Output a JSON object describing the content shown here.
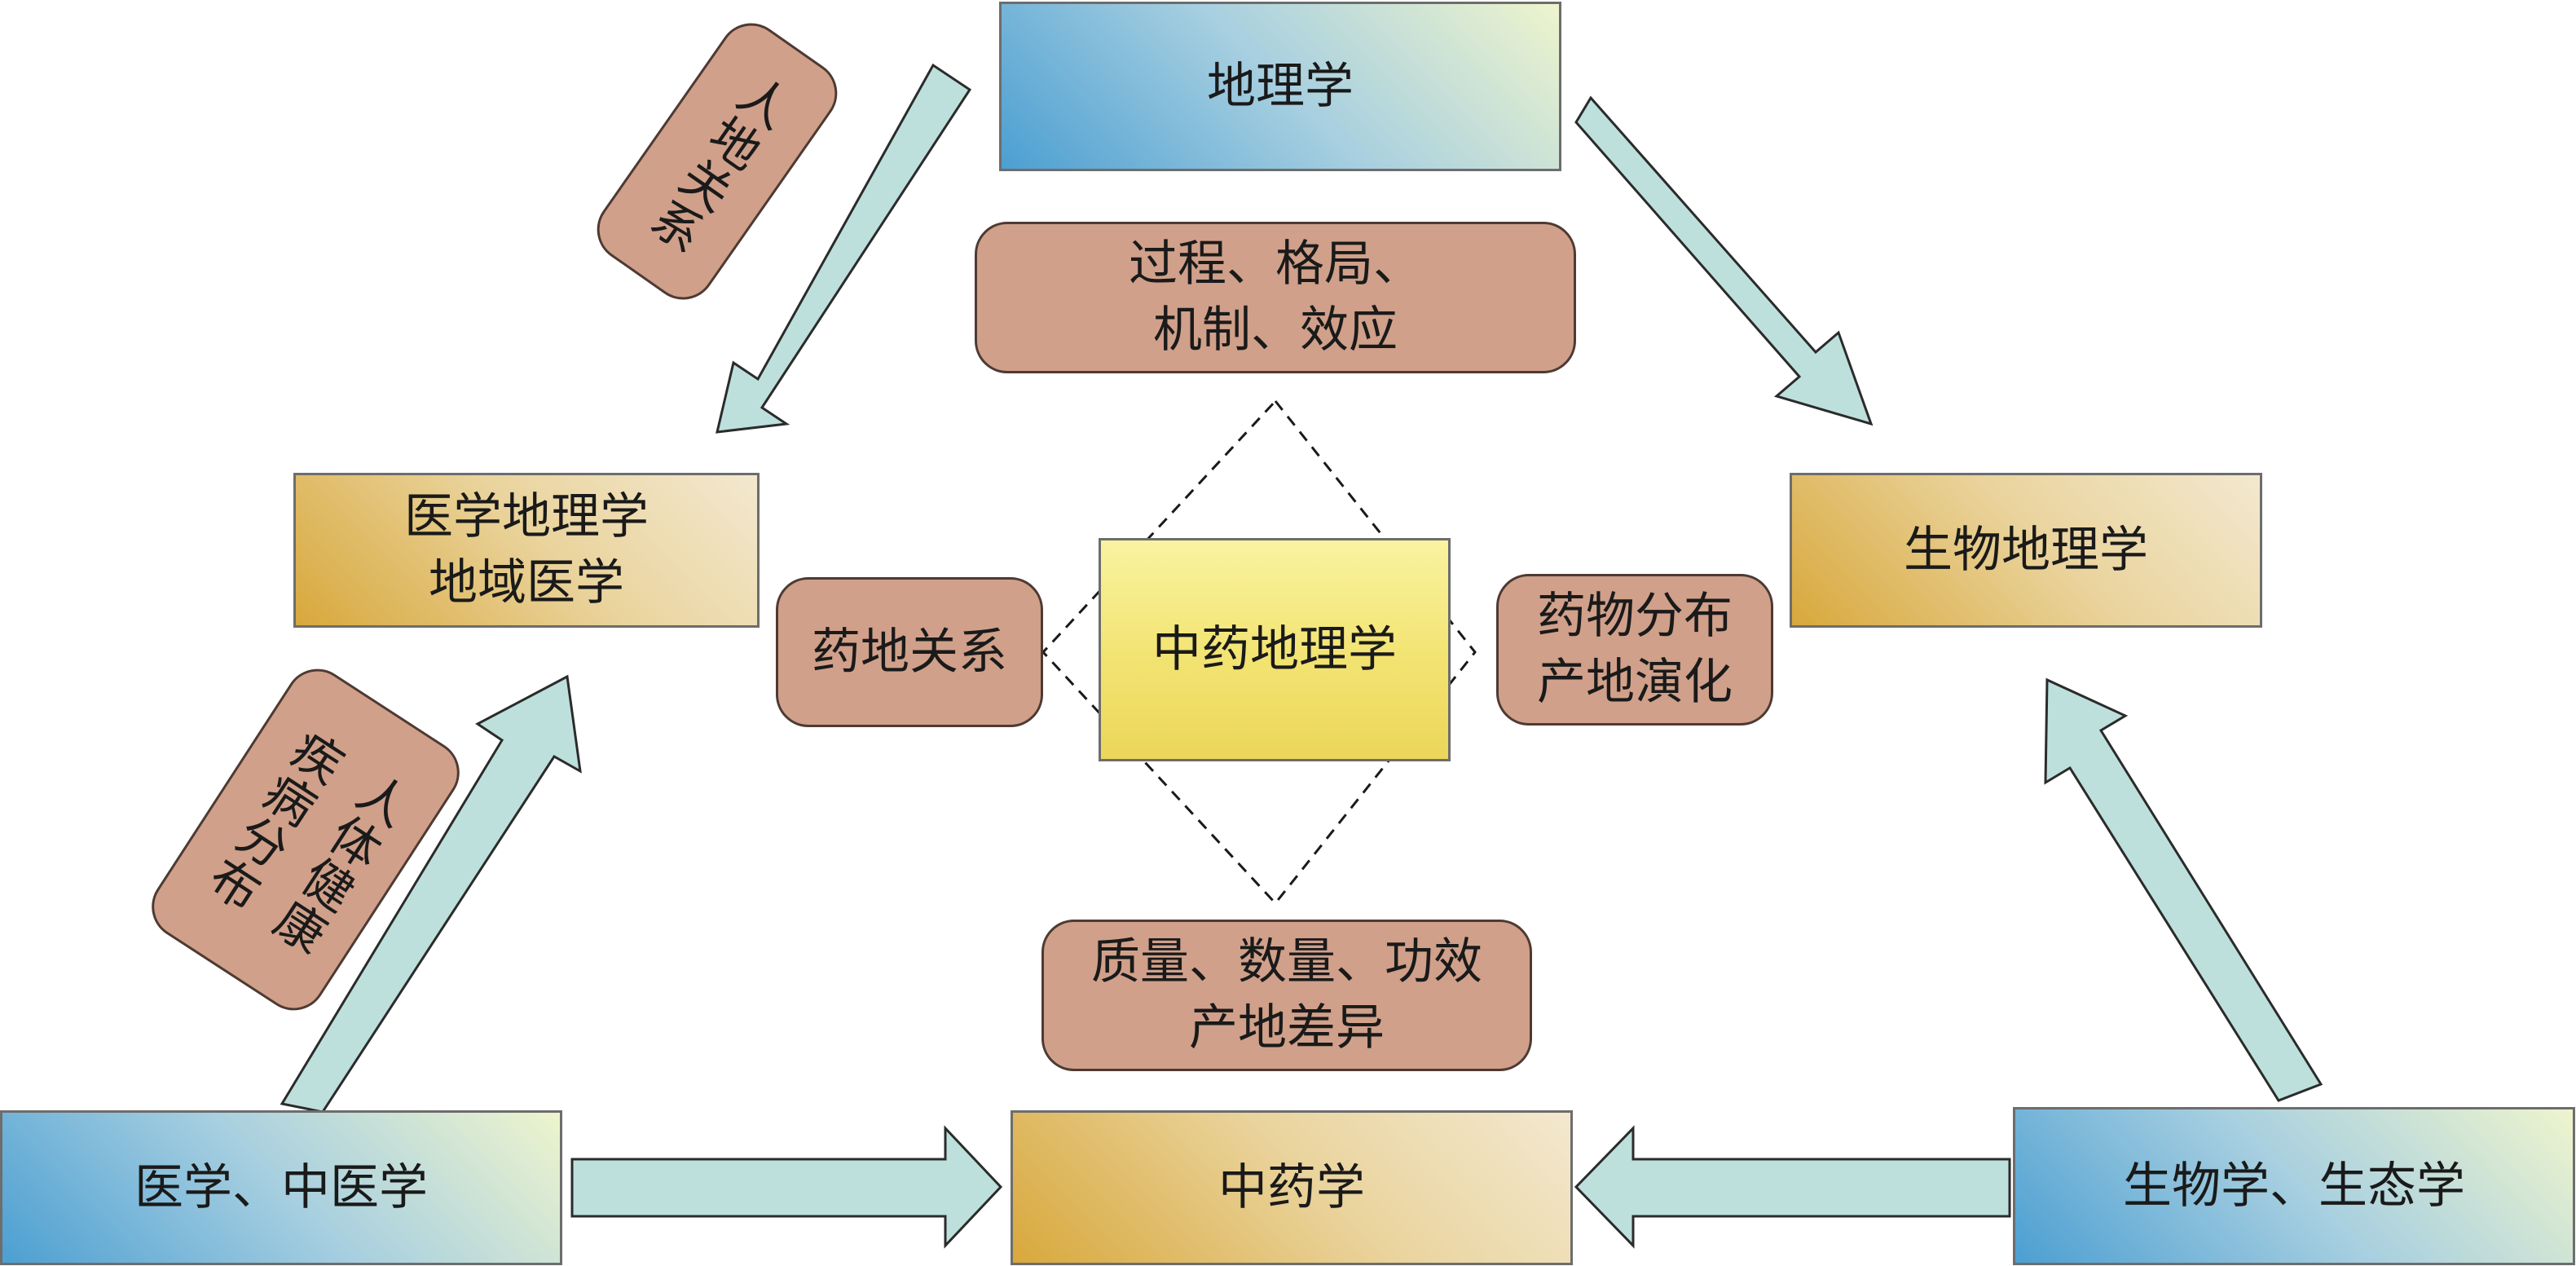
{
  "disciplines": {
    "geography": "地理学",
    "medical_geography": [
      "医学地理学",
      "地域医学"
    ],
    "biogeography": "生物地理学",
    "medicine": "医学、中医学",
    "chinese_pharmacy": "中药学",
    "biology": "生物学、生态学"
  },
  "center": {
    "label": "中药地理学"
  },
  "tags": {
    "human_land": "人地关系",
    "process_pattern": [
      "过程、格局、",
      "机制、效应"
    ],
    "drug_land": "药地关系",
    "distribution": [
      "药物分布",
      "产地演化"
    ],
    "quality": [
      "质量、数量、功效",
      "产地差异"
    ],
    "health": [
      "人体健康",
      "疾病分布"
    ]
  },
  "colors": {
    "arrow_fill": "#bde0dc",
    "arrow_stroke": "#2b2b2b",
    "tag_fill": "#d0a08a",
    "center_fill": "#f2e371",
    "blue_box": "#4c9fd2",
    "gold_box": "#d8a83c"
  }
}
